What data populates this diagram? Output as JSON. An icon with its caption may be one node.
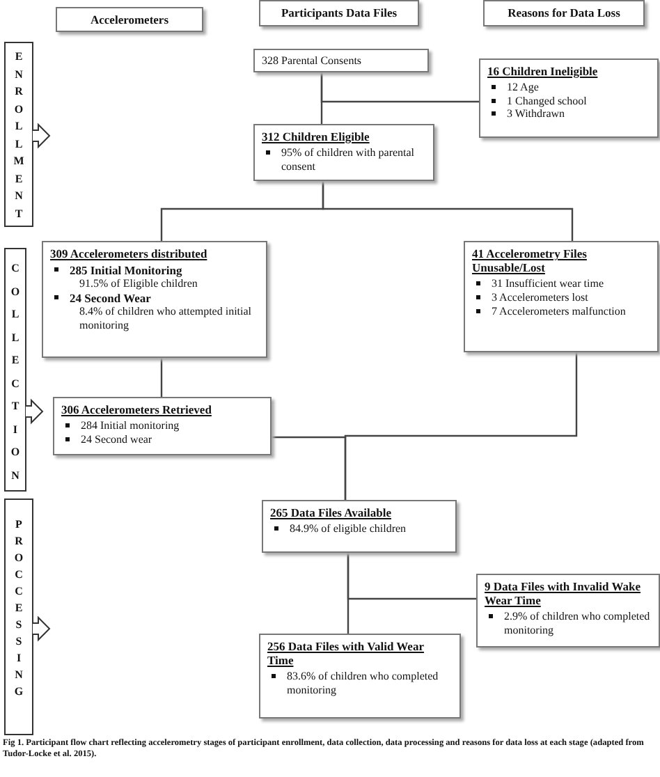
{
  "diagram": {
    "caption": "Fig 1. Participant flow chart reflecting accelerometry stages of participant enrollment, data collection, data processing and reasons for data loss at each stage (adapted from Tudor-Locke et al. 2015).",
    "nodes": [
      {
        "text": [
          "Accelerometers"
        ]
      },
      {
        "text": [
          "Participants Data Files"
        ]
      },
      {
        "text": [
          "Reasons for Data Loss"
        ]
      },
      {
        "text": [
          "ENROLLMENT"
        ]
      },
      {
        "text": [
          "328 Parental Consents"
        ]
      },
      {
        "text": [
          "16 Children Ineligible",
          "12 Age",
          "1 Changed school",
          "3 Withdrawn"
        ]
      },
      {
        "text": [
          "312 Children Eligible",
          "95% of children with parental consent"
        ]
      },
      {
        "text": [
          "COLLECTION"
        ]
      },
      {
        "text": [
          "309 Accelerometers distributed",
          "285 Initial Monitoring",
          "91.5% of Eligible children",
          "24 Second Wear",
          "8.4% of children who attempted initial monitoring"
        ]
      },
      {
        "text": [
          "41 Accelerometry Files Unusable/Lost",
          "31 Insufficient wear time",
          "3 Accelerometers lost",
          "7 Accelerometers malfunction"
        ]
      },
      {
        "text": [
          "306 Accelerometers Retrieved",
          "284 Initial monitoring",
          "24 Second wear"
        ]
      },
      {
        "text": [
          "PROCCESSING"
        ]
      },
      {
        "text": [
          "265 Data Files Available",
          "84.9% of eligible children"
        ]
      },
      {
        "text": [
          "9 Data Files with Invalid Wake Wear Time",
          "2.9% of children who completed monitoring"
        ]
      },
      {
        "text": [
          "256 Data Files with Valid Wear Time",
          "83.6% of children who completed monitoring"
        ]
      }
    ],
    "edges": [
      {
        "from": 4,
        "to": 6,
        "arrow": "none"
      },
      {
        "from": 4,
        "to": 5,
        "arrow": "none"
      },
      {
        "from": 6,
        "to": 8,
        "arrow": "none"
      },
      {
        "from": 6,
        "to": 9,
        "arrow": "none"
      },
      {
        "from": 8,
        "to": 10,
        "arrow": "none"
      },
      {
        "from": 10,
        "to": 12,
        "arrow": "none"
      },
      {
        "from": 9,
        "to": 12,
        "arrow": "none"
      },
      {
        "from": 12,
        "to": 14,
        "arrow": "none"
      },
      {
        "from": 12,
        "to": 13,
        "arrow": "none"
      }
    ]
  }
}
